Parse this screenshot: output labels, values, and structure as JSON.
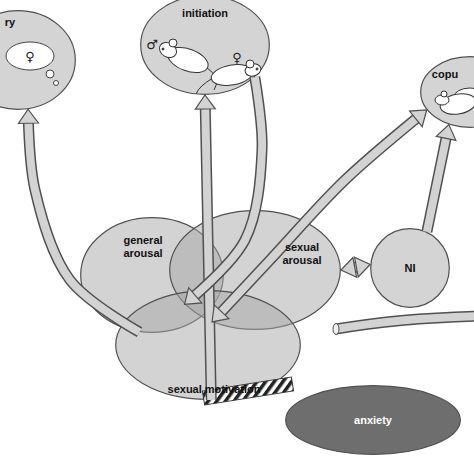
{
  "diagram": {
    "nodes": [
      {
        "text": [
          "ry"
        ]
      },
      {
        "text": [
          "initiation"
        ]
      },
      {
        "text": [
          "copu"
        ]
      },
      {
        "text": [
          "general arousal"
        ]
      },
      {
        "text": [
          "sexual arousal"
        ]
      },
      {
        "text": [
          "NI"
        ]
      },
      {
        "text": [
          "sexual motivation"
        ]
      },
      {
        "text": [
          "anxiety"
        ]
      }
    ],
    "edges": [
      {
        "from": 3,
        "to": 0,
        "arrow": "to"
      },
      {
        "from": 6,
        "to": 1,
        "arrow": "to"
      },
      {
        "from": 1,
        "to": 4,
        "arrow": "to"
      },
      {
        "from": 2,
        "to": 4,
        "arrow": "both"
      },
      {
        "from": 4,
        "to": 5,
        "arrow": "both"
      },
      {
        "from": 5,
        "to": 2,
        "arrow": "to"
      }
    ],
    "labels": [
      "♀",
      "♂",
      "♀"
    ]
  }
}
